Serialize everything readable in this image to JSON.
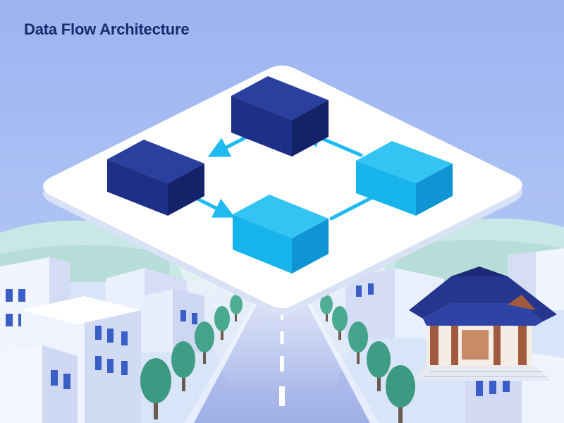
{
  "title": "Data Flow Architecture",
  "colors": {
    "sky_top": "#9fb6f2",
    "sky_bottom": "#b9cdf6",
    "platform": "#ffffff",
    "platform_edge": "#dfe6f7",
    "node_dark": "#1d2f86",
    "node_light": "#17b4ec",
    "arrow": "#1ebaf0",
    "road": "#a9b8e8",
    "hill": "#c7e7e2",
    "building": "#e8eefb",
    "window": "#3a5ec8",
    "tree": "#3c9a82",
    "trunk": "#6b5a4e",
    "roof": "#26368f",
    "wall": "#a15a3e"
  },
  "diagram": {
    "nodes": [
      {
        "id": "node-top",
        "shade": "dark"
      },
      {
        "id": "node-left",
        "shade": "dark"
      },
      {
        "id": "node-right",
        "shade": "light"
      },
      {
        "id": "node-bottom",
        "shade": "light"
      }
    ],
    "edges": [
      {
        "from": "node-top",
        "to": "node-left"
      },
      {
        "from": "node-right",
        "to": "node-top"
      },
      {
        "from": "node-left",
        "to": "node-bottom"
      },
      {
        "from": "node-bottom",
        "to": "node-right"
      }
    ]
  },
  "scene": {
    "icons": [
      "platform",
      "cube",
      "arrow",
      "building",
      "tree",
      "road",
      "traditional-house"
    ]
  }
}
